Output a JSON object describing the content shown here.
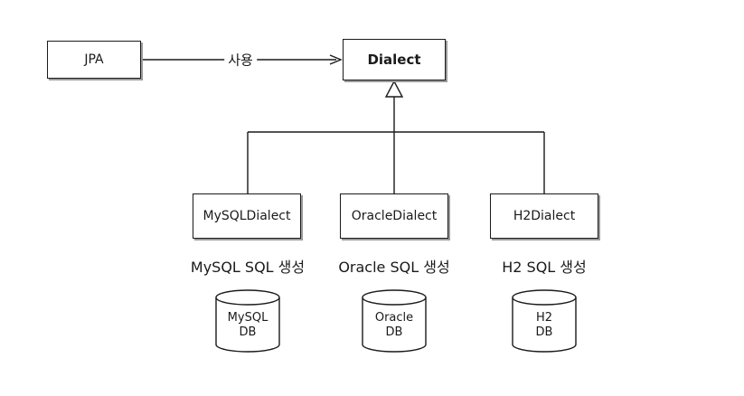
{
  "nodes": {
    "jpa": "JPA",
    "dialect": "Dialect",
    "mysql_dialect": "MySQLDialect",
    "oracle_dialect": "OracleDialect",
    "h2_dialect": "H2Dialect"
  },
  "edges": {
    "uses_label": "사용"
  },
  "captions": {
    "mysql": "MySQL SQL 생성",
    "oracle": "Oracle SQL 생성",
    "h2": "H2 SQL 생성"
  },
  "databases": {
    "mysql": "MySQL\nDB",
    "oracle": "Oracle\nDB",
    "h2": "H2\nDB"
  }
}
